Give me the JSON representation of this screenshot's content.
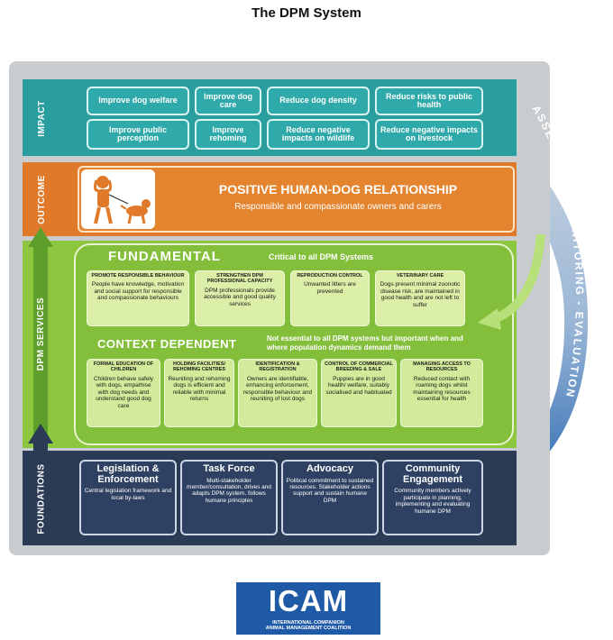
{
  "title": "The DPM System",
  "side_labels": {
    "impact": "IMPACT",
    "outcome": "OUTCOME",
    "services": "DPM SERVICES",
    "foundations": "FOUNDATIONS"
  },
  "arc_label": "ASSESSMENT - MONITORING - EVALUATION",
  "impact_boxes": [
    "Improve dog welfare",
    "Improve dog care",
    "Reduce dog density",
    "Reduce risks to public health",
    "Improve public perception",
    "Improve rehoming",
    "Reduce negative impacts on wildlife",
    "Reduce negative impacts on livestock"
  ],
  "outcome": {
    "title": "POSITIVE HUMAN-DOG RELATIONSHIP",
    "subtitle": "Responsible and compassionate owners and carers"
  },
  "fundamental": {
    "title": "FUNDAMENTAL",
    "note": "Critical to all DPM Systems",
    "boxes": [
      {
        "heading": "PROMOTE RESPONSIBLE BEHAVIOUR",
        "body": "People have knowledge, motivation and social support for responsible and compassionate behaviours"
      },
      {
        "heading": "STRENGTHEN DPM PROFESSIONAL CAPACITY",
        "body": "DPM professionals provide accessible and good quality services"
      },
      {
        "heading": "REPRODUCTION CONTROL",
        "body": "Unwanted litters are prevented"
      },
      {
        "heading": "VETERINARY CARE",
        "body": "Dogs present minimal zoonotic disease risk, are maintained in good health and are not left to suffer"
      }
    ]
  },
  "context": {
    "title": "CONTEXT DEPENDENT",
    "note": "Not essential to all DPM systems but important when and where population dynamics demand them",
    "boxes": [
      {
        "heading": "FORMAL EDUCATION OF CHILDREN",
        "body": "Children behave safely with dogs, empathise with dog needs and understand good dog care"
      },
      {
        "heading": "HOLDING FACILITIES/ REHOMING CENTRES",
        "body": "Reuniting and rehoming dogs is efficient and reliable with minimal returns"
      },
      {
        "heading": "IDENTIFICATION & REGISTRATION",
        "body": "Owners are identifiable, enhancing enforcement, responsible behaviour and reuniting of lost dogs"
      },
      {
        "heading": "CONTROL OF COMMERCIAL BREEDING & SALE",
        "body": "Puppies are in good health/ welfare, suitably socialised and habituated"
      },
      {
        "heading": "MANAGING ACCESS TO RESOURCES",
        "body": "Reduced contact with roaming dogs whilst maintaining resources essential for health"
      }
    ]
  },
  "foundations": [
    {
      "heading": "Legislation & Enforcement",
      "body": "Central legislation framework and local by-laws"
    },
    {
      "heading": "Task Force",
      "body": "Multi-stakeholder member/consultation, drives and adapts DPM system, follows humane principles"
    },
    {
      "heading": "Advocacy",
      "body": "Political commitment to sustained resources. Stakeholder actions support and sustain humane DPM"
    },
    {
      "heading": "Community Engagement",
      "body": "Community members actively participate in planning, implementing and evaluating humane DPM"
    }
  ],
  "logo": {
    "word": "ICAM",
    "line1": "INTERNATIONAL COMPANION",
    "line2": "ANIMAL MANAGEMENT COALITION"
  },
  "colors": {
    "impact": "#2a9d9e",
    "outcome": "#e07a2a",
    "services": "#8dc63f",
    "foundations": "#2b3a55",
    "arc": "#4a86c5"
  }
}
